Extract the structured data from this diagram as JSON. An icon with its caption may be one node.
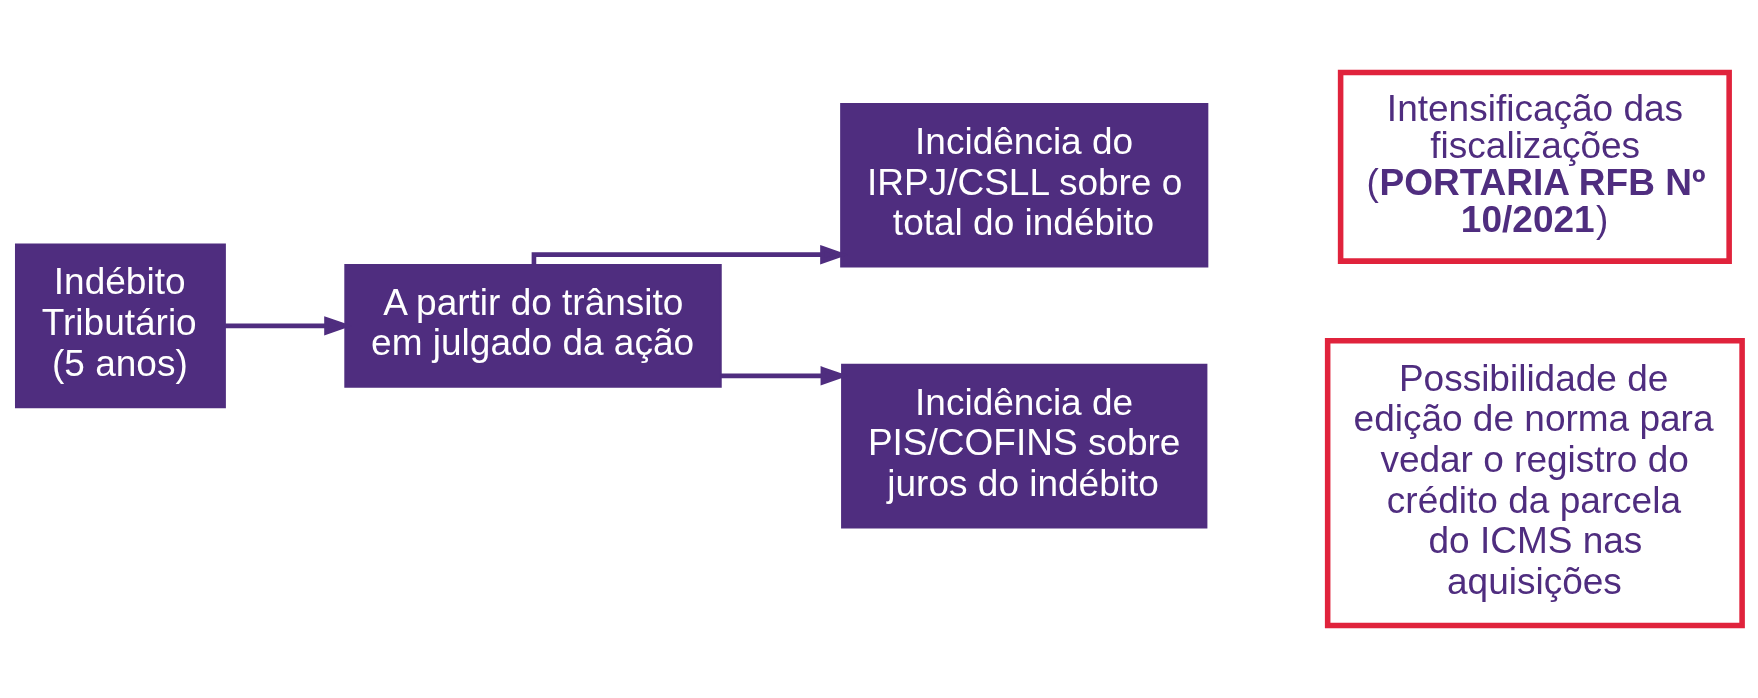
{
  "diagram": {
    "nodes": [
      {
        "text": [
          "Indébito Tributário (5 anos)"
        ]
      },
      {
        "text": [
          "A partir do trânsito em julgado da ação"
        ]
      },
      {
        "text": [
          "Incidência do IRPJ/CSLL sobre o total do indébito"
        ]
      },
      {
        "text": [
          "Incidência de PIS/COFINS sobre juros do indébito"
        ]
      },
      {
        "text": [
          "Intensificação das fiscalizações (**PORTARIA RFB Nº 10/2021**)"
        ]
      },
      {
        "text": [
          "Possibilidade de edição de norma para vedar o registro do crédito da parcela do ICMS nas aquisições"
        ]
      }
    ],
    "edges": [
      {
        "from": 0,
        "to": 1,
        "arrow": "to"
      },
      {
        "from": 1,
        "to": 2,
        "arrow": "to"
      },
      {
        "from": 1,
        "to": 3,
        "arrow": "to"
      }
    ]
  }
}
